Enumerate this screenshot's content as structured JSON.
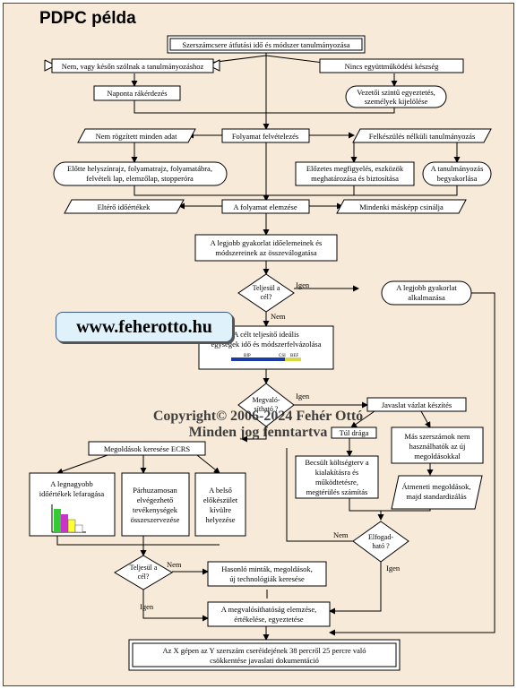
{
  "title": "PDPC példa",
  "website": "www.feherotto.hu",
  "copyright": {
    "line1": "Copyright© 2006-2024 Fehér Ottó",
    "line2": "Minden jog fenntartva"
  },
  "colors": {
    "background": "#f7ead8",
    "box_fill": "#ffffff",
    "line": "#000000",
    "bar_green": "#33cc33",
    "bar_magenta": "#cc33cc",
    "bar_yellow": "#ffff33",
    "timeline_blue": "#1a3aa8"
  },
  "nodes": {
    "top": "Szerszámcsere átfutási idő és módszer tanulmányozása",
    "n_nem_szolnak": "Nem, vagy későn szólnak a tanulmányozáshoz",
    "n_nincs_egyutt": "Nincs együttműködési készség",
    "n_naponta": "Naponta rákérdezés",
    "n_vezetoi": [
      "Vezetői szintű egyeztetés,",
      "személyek kijelölése"
    ],
    "n_nem_rogzitett": "Nem rögzített minden adat",
    "n_folyamat_felv": "Folyamat felvételezés",
    "n_felkeszules": "Felkészülés nélküli tanulmányozás",
    "n_elotte": [
      "Előtte helyszínrajz, folyamatrajz, folyamatábra,",
      "felvételi lap, elemzőlap, stopperóra"
    ],
    "n_elozetes": [
      "Előzetes megfigyelés, eszközök",
      "meghatározása és biztosítása"
    ],
    "n_tanulm_begyak": [
      "A tanulmányozás",
      "begyakorlása"
    ],
    "n_eltero": "Eltérő időértékek",
    "n_folyamat_elem": "A folyamat elemzése",
    "n_mindenki": "Mindenki másképp csinálja",
    "n_legjobb_gyak": [
      "A legjobb gyakorlat időelemeinek és",
      "módszereinek az összeválogatása"
    ],
    "d_teljesul1": [
      "Teljesül a",
      "cél?"
    ],
    "n_legjobb_alk": [
      "A legjobb gyakorlat",
      "alkalmazása"
    ],
    "n_celt_teljesito": [
      "A célt teljesítő ideális",
      "egységek idő és módszerfelvázolása"
    ],
    "timeline_labels": [
      "BIP",
      "CSI",
      "BEF"
    ],
    "d_megvalosithato": [
      "Megvaló-",
      "sítható ?"
    ],
    "n_javaslat": "Javaslat vázlat készítés",
    "n_tul_draga": "Túl drága",
    "n_mas_szerszamok": [
      "Más szerszámok nem",
      "használhatók az új",
      "megoldásokkal"
    ],
    "n_becsult": [
      "Becsült költségterv a",
      "kialakításra és",
      "működtetésre,",
      "megtérülés számítás"
    ],
    "n_atmeneti": [
      "Átmeneti megoldások,",
      "majd standardizálás"
    ],
    "n_megoldasok": "Megoldások keresése ECRS",
    "n_legnagyobb": [
      "A legnagyobb",
      "időértékek lefaragása"
    ],
    "n_parhuzamos": [
      "Párhuzamosan",
      "elvégezhető",
      "tevékenységek",
      "összeszervezése"
    ],
    "n_belso": [
      "A belső",
      "előkészület",
      "kívülre",
      "helyezése"
    ],
    "d_elfogadhato": [
      "Elfogad-",
      "ható ?"
    ],
    "d_teljesul2": [
      "Teljesül a",
      "cél?"
    ],
    "n_hasonlo": [
      "Hasonló minták, megoldások,",
      "új technológiák keresése"
    ],
    "n_megvalosithatosag": [
      "A megvalósíthatóság elemzése,",
      "értékelése, egyeztetése"
    ],
    "n_final": [
      "Az X gépen az Y szerszám cseréidejének 38 percről 25 percre való",
      "csökkentése javaslati dokumentáció"
    ]
  },
  "edge_labels": {
    "igen": "Igen",
    "nem": "Nem"
  }
}
